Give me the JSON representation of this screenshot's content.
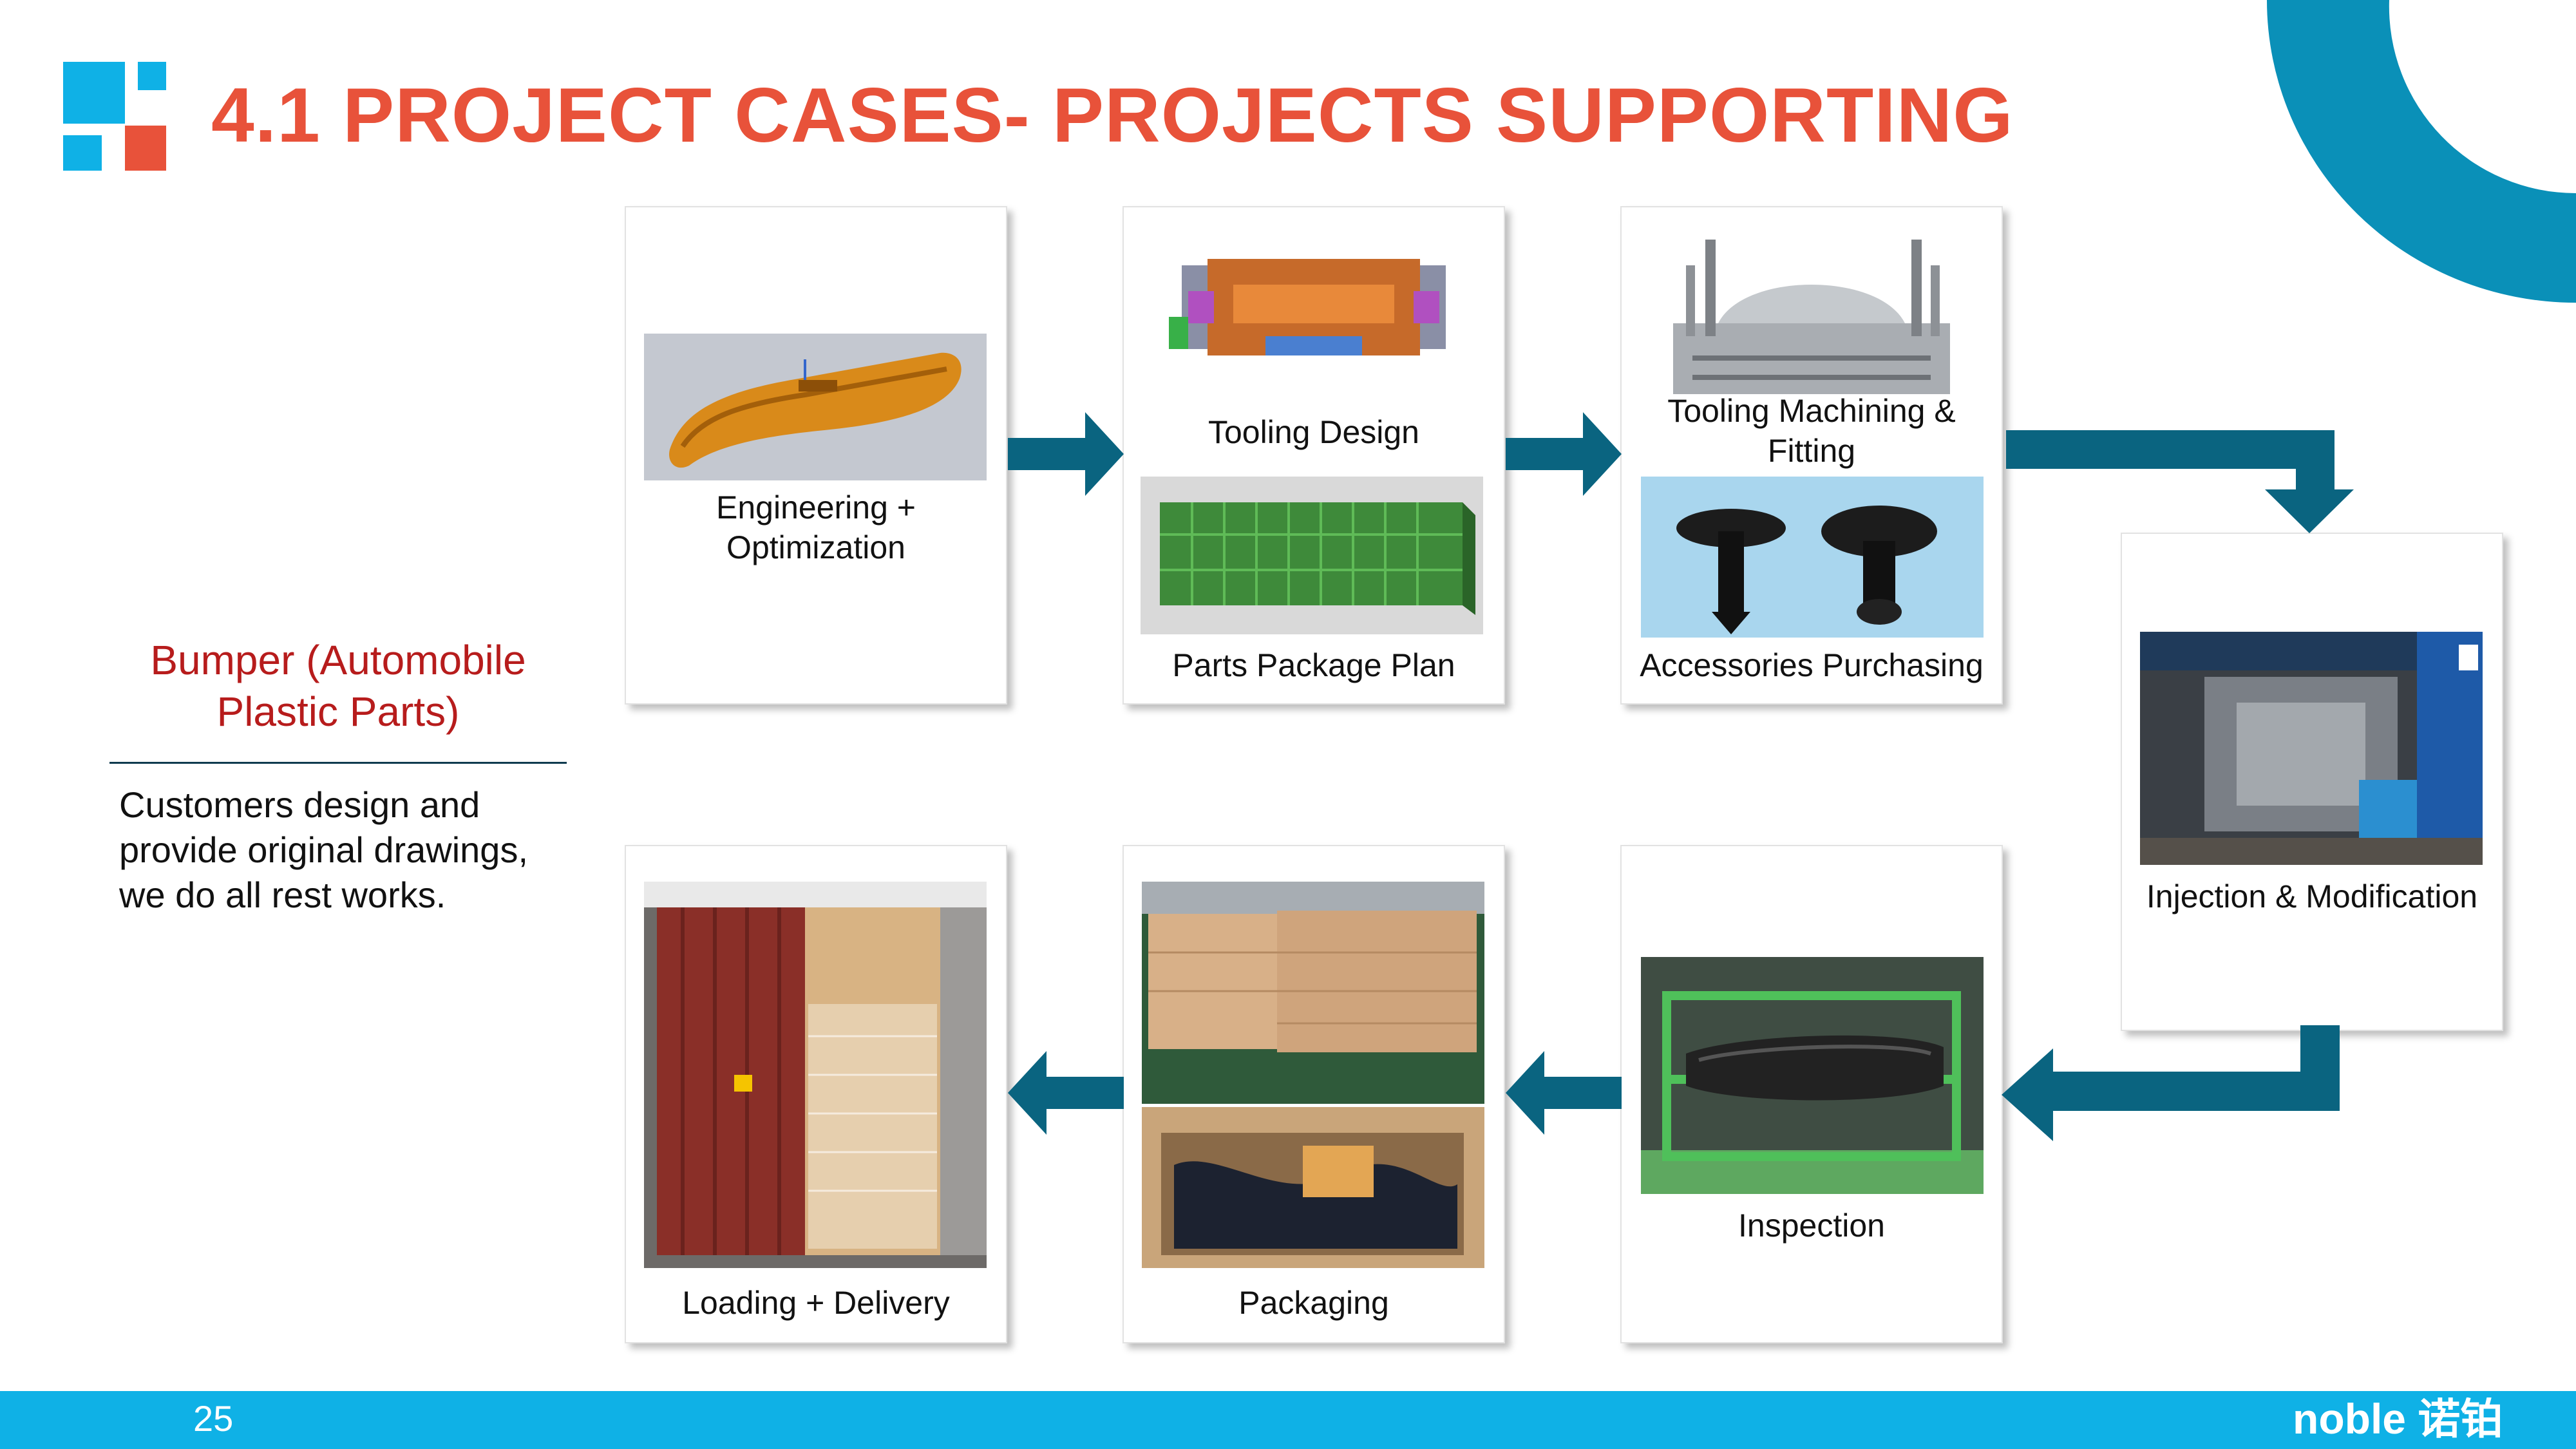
{
  "title": "4.1 PROJECT CASES- PROJECTS SUPPORTING",
  "sidebar": {
    "subject": "Bumper (Automobile Plastic Parts)",
    "description": "Customers design and provide original drawings, we do all rest works."
  },
  "steps": {
    "engineering": "Engineering + Optimization",
    "tooling_design": "Tooling Design",
    "parts_package_plan": "Parts Package Plan",
    "tooling_machining": "Tooling Machining & Fitting",
    "accessories": "Accessories Purchasing",
    "injection": "Injection & Modification",
    "inspection": "Inspection",
    "packaging": "Packaging",
    "loading": "Loading + Delivery"
  },
  "footer": {
    "page_number": "25",
    "brand_name": "noble 诺铂"
  },
  "colors": {
    "title": "#e8523a",
    "accent_blue": "#0fb1e6",
    "arrow_teal": "#0a6480",
    "subject_red": "#b71c1c"
  }
}
